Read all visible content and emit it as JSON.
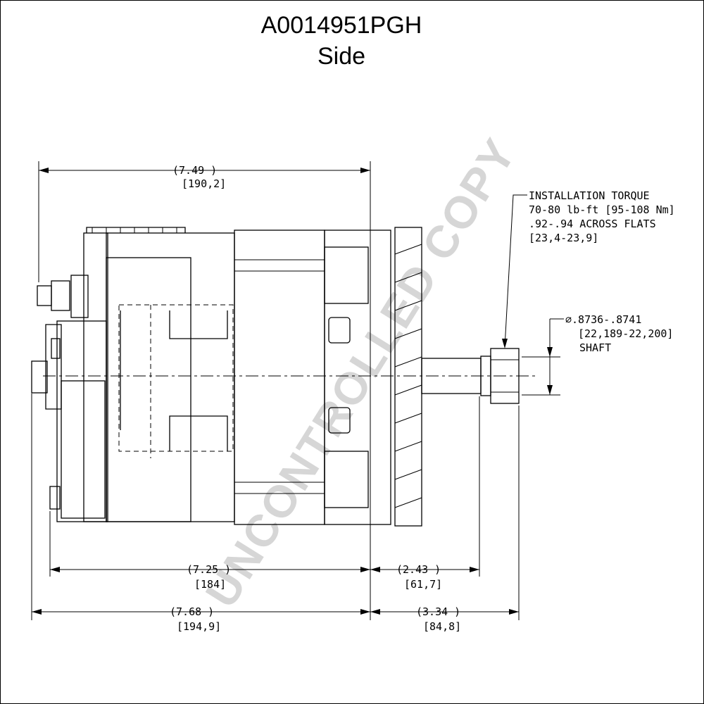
{
  "title": {
    "part_number": "A0014951PGH",
    "view": "Side"
  },
  "watermark": "UNCONTROLLED COPY",
  "dimensions": {
    "overall_top": {
      "inch": "(7.49    )",
      "mm": "[190,2]"
    },
    "body_bottom": {
      "inch": "(7.25 )",
      "mm": "[184]"
    },
    "pulley_offset": {
      "inch": "(2.43   )",
      "mm": "[61,7]"
    },
    "overall_bottom": {
      "inch": "(7.68    )",
      "mm": "[194,9]"
    },
    "shaft_overall": {
      "inch": "(3.34   )",
      "mm": "[84,8]"
    }
  },
  "notes": {
    "installation": [
      "INSTALLATION TORQUE",
      "70-80 lb-ft [95-108 Nm]",
      ".92-.94 ACROSS FLATS",
      "[23,4-23,9]"
    ],
    "shaft": [
      "∅.8736-.8741",
      "[22,189-22,200]",
      "SHAFT"
    ]
  }
}
